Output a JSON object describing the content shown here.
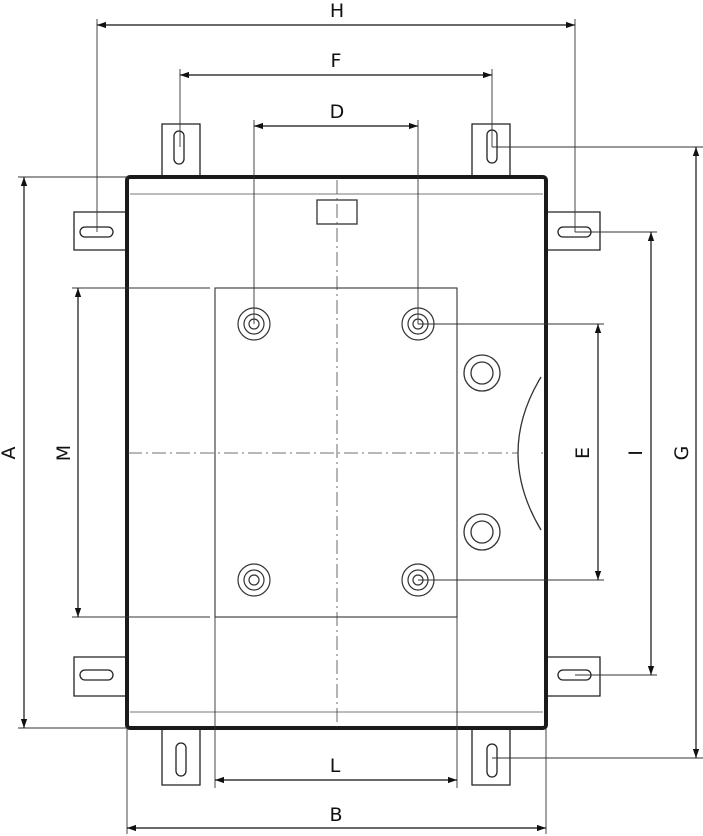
{
  "dimensions": {
    "H": "H",
    "F": "F",
    "D": "D",
    "A": "A",
    "M": "M",
    "E": "E",
    "I": "I",
    "G": "G",
    "L": "L",
    "B": "B"
  }
}
